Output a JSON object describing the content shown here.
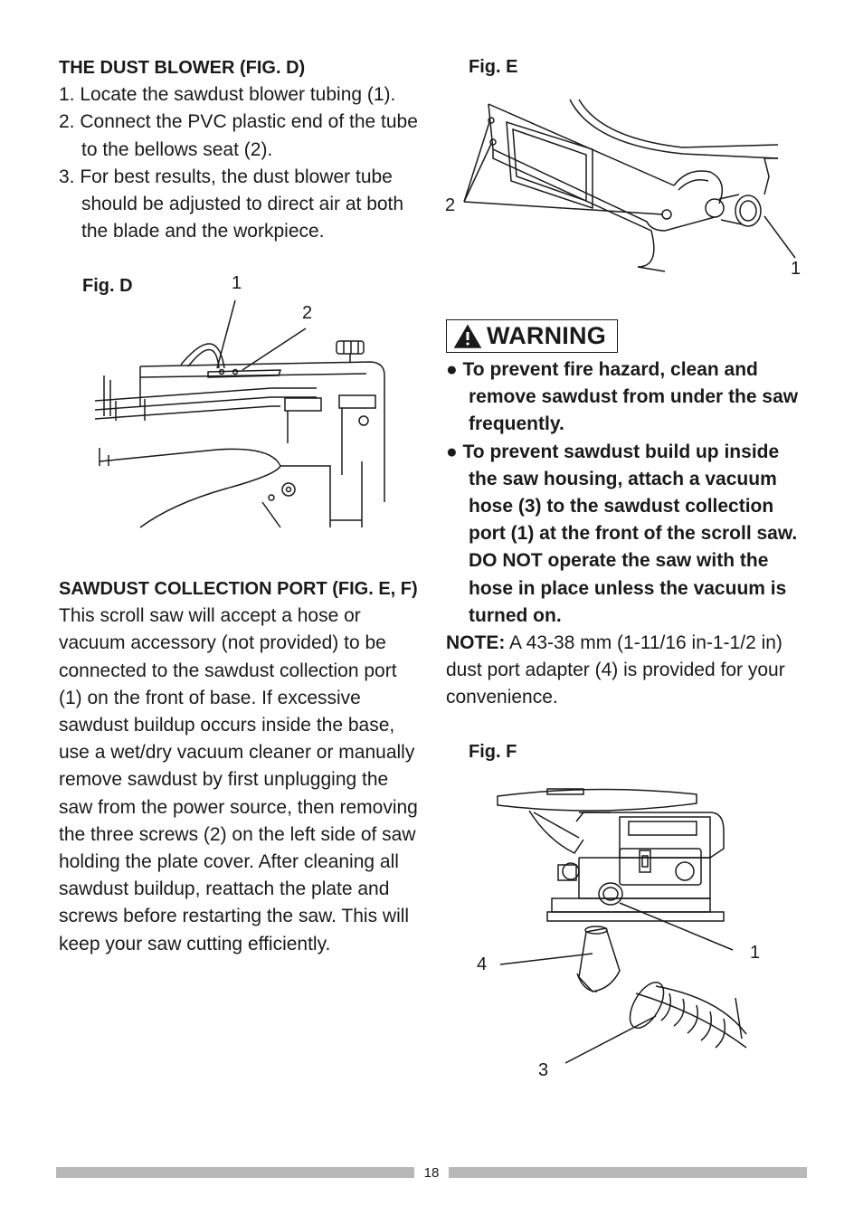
{
  "dust_blower": {
    "heading": "THE DUST BLOWER (FIG. D)",
    "steps": [
      "1. Locate the sawdust blower tubing (1).",
      "2. Connect the PVC plastic end of the tube to the bellows seat (2).",
      "3. For best results, the dust blower tube should be adjusted to direct air at both the blade and the workpiece."
    ]
  },
  "fig_d": {
    "label": "Fig. D",
    "callouts": [
      "1",
      "2"
    ]
  },
  "collection_port": {
    "heading": "SAWDUST COLLECTION PORT (FIG. E, F)",
    "body": "This scroll saw will accept a hose or vacuum accessory (not provided) to be connected to the sawdust collection port (1) on the front of base. If excessive sawdust buildup occurs inside the base, use a wet/dry vacuum cleaner or manually remove sawdust by first unplugging the saw from the power source, then removing the three screws (2) on the left side of saw holding the plate cover. After cleaning all sawdust buildup, reattach the plate and screws before restarting the saw. This will keep your saw cutting efficiently."
  },
  "fig_e": {
    "label": "Fig. E",
    "callouts": [
      "2",
      "1"
    ]
  },
  "warning": {
    "title": "WARNING",
    "bullets": [
      "● To prevent fire hazard, clean and remove sawdust from under the saw frequently.",
      "● To prevent sawdust build up inside the saw housing, attach a vacuum hose (3) to the sawdust collection port (1) at the front of the scroll saw. DO NOT operate the saw with the hose in place unless the vacuum is turned on."
    ]
  },
  "note": {
    "label": "NOTE:",
    "text": " A 43-38 mm (1-11/16 in-1-1/2 in) dust port adapter (4) is provided for your convenience."
  },
  "fig_f": {
    "label": "Fig. F",
    "callouts": [
      "1",
      "4",
      "3"
    ]
  },
  "footer": {
    "page_number": "18"
  }
}
